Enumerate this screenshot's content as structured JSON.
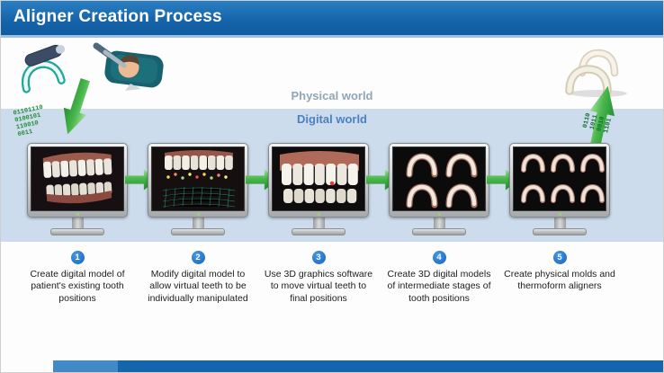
{
  "header": {
    "title": "Aligner Creation Process"
  },
  "worlds": {
    "physical_label": "Physical world",
    "digital_label": "Digital world"
  },
  "steps": [
    {
      "num": "1",
      "caption": "Create digital model of patient's existing tooth positions"
    },
    {
      "num": "2",
      "caption": "Modify digital model to allow virtual teeth to be individually manipulated"
    },
    {
      "num": "3",
      "caption": "Use 3D graphics software to move virtual teeth to final positions"
    },
    {
      "num": "4",
      "caption": "Create 3D digital models of intermediate stages of tooth positions"
    },
    {
      "num": "5",
      "caption": "Create physical molds and thermoform aligners"
    }
  ],
  "binary": {
    "left_stream": "01101110\n0100101\n110010\n0011",
    "right_stream": "0110\n1011\n0010\n1101"
  },
  "icons": {
    "flow_arrow": "green-flow-arrow",
    "scan_input_arrow": "green-arrow-down-left",
    "output_arrow": "green-arrow-up"
  },
  "colors": {
    "header_blue": "#1563aa",
    "band_blue": "#cddcec",
    "accent_green": "#3aa43f",
    "step_circle_blue": "#1565c0",
    "physical_text": "#90a6b8",
    "digital_text": "#4b80c2"
  }
}
